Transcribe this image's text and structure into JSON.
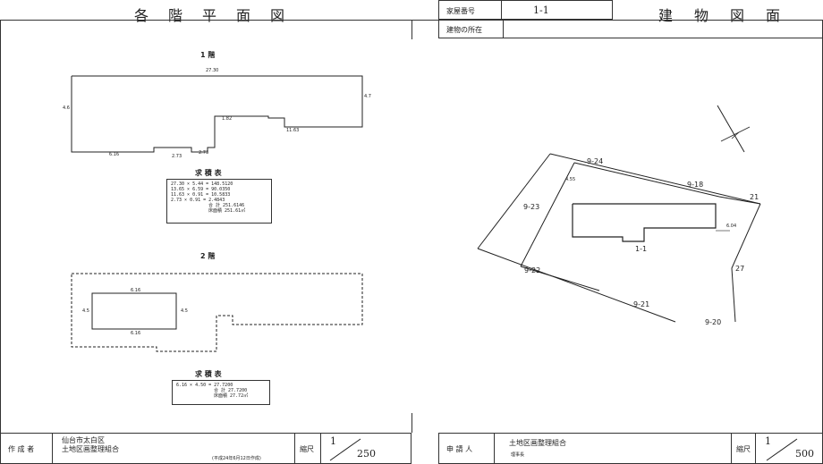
{
  "header": {
    "left_title": "各階平面図",
    "house_no_label": "家屋番号",
    "house_no_value": "1-1",
    "right_title": "建物図面",
    "location_label": "建物の所在"
  },
  "floor1": {
    "title": "1 階",
    "dim_top": "27.30",
    "dim_left": "4.6",
    "dim_right": "4.7",
    "dim_step1": "1.82",
    "dim_step2": "11.63",
    "dim_bottom1": "6.16",
    "dim_bottom2": "2.73",
    "dim_bottom3": "2.73",
    "table_title": "求 積 表",
    "table_rows": [
      "27.30 × 5.44 = 148.5120",
      "13.65 × 6.59 = 90.0350",
      "11.63 × 0.91 = 10.5833",
      "2.73 × 0.91 = 2.4843"
    ],
    "sum_label": "合 計",
    "sum_value": "251.6146",
    "floor_area_label": "床面積",
    "floor_area_value": "251.61㎡"
  },
  "floor2": {
    "title": "2 階",
    "dim_top": "6.16",
    "dim_bottom": "6.16",
    "dim_left": "4.5",
    "dim_right": "4.5",
    "table_title": "求 積 表",
    "table_rows": [
      "6.16 × 4.50 = 27.7200"
    ],
    "sum_label": "合 計",
    "sum_value": "27.7200",
    "floor_area_label": "床面積",
    "floor_area_value": "27.72㎡"
  },
  "site": {
    "lots": [
      "9-24",
      "9-18",
      "21",
      "9-23",
      "9-22",
      "27",
      "9-21",
      "9-20",
      "1-1"
    ],
    "dim_a": "4.55",
    "dim_b": "6.04"
  },
  "footer_left": {
    "maker_label": "作 成 者",
    "maker_line1": "仙台市太白区",
    "maker_line2": "土地区画整理組合",
    "date_note": "(平成24年6月12日作成)",
    "scale_label": "縮尺",
    "scale_num": "1",
    "scale_den": "250"
  },
  "footer_right": {
    "applicant_label": "申 請 人",
    "applicant_line1": "土地区画整理組合",
    "applicant_line2": "理事長",
    "scale_label": "縮尺",
    "scale_num": "1",
    "scale_den": "500"
  }
}
